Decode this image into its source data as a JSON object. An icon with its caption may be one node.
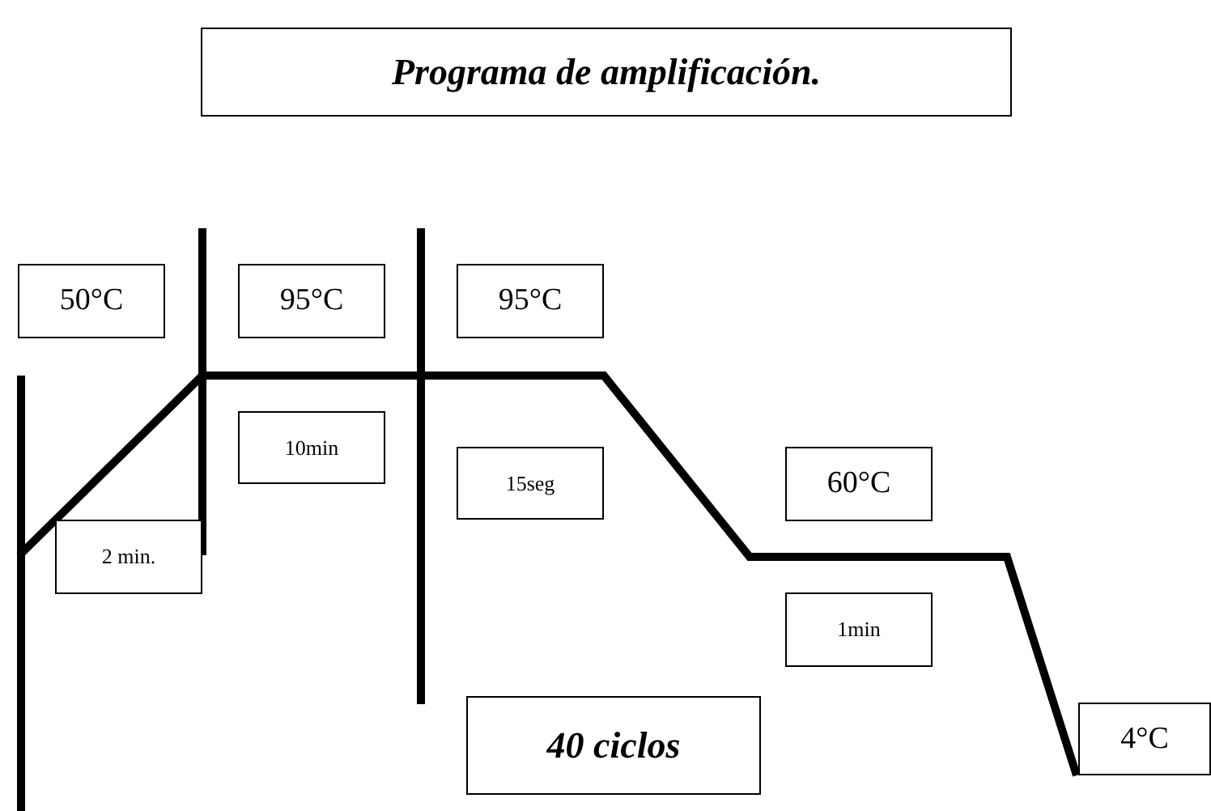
{
  "diagram": {
    "title": "Programa de amplificación.",
    "nodes": [
      {
        "text": [
          "50°C"
        ]
      },
      {
        "text": [
          "95°C"
        ]
      },
      {
        "text": [
          "95°C"
        ]
      },
      {
        "text": [
          "10min"
        ]
      },
      {
        "text": [
          "15seg"
        ]
      },
      {
        "text": [
          "60°C"
        ]
      },
      {
        "text": [
          "2 min."
        ]
      },
      {
        "text": [
          "1min"
        ]
      },
      {
        "text": [
          "40 ciclos"
        ]
      },
      {
        "text": [
          "4°C"
        ]
      }
    ],
    "edges": []
  }
}
